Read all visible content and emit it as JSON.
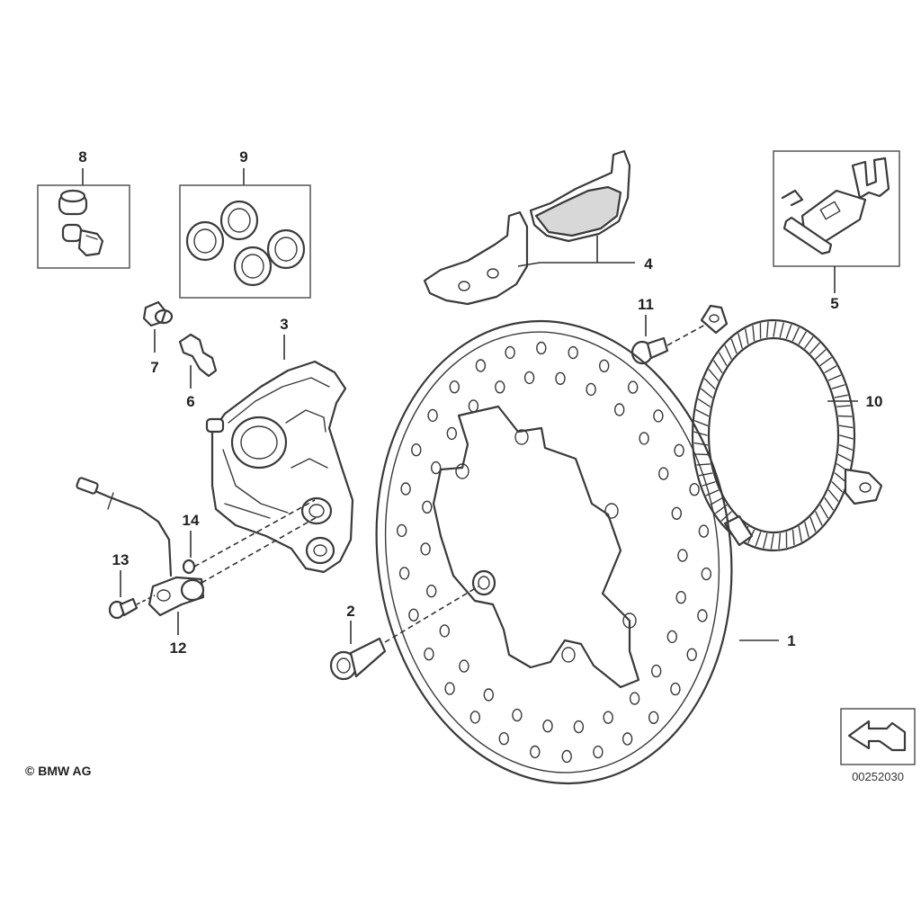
{
  "callouts": {
    "c1": "1",
    "c2": "2",
    "c3": "3",
    "c4": "4",
    "c5": "5",
    "c6": "6",
    "c7": "7",
    "c8": "8",
    "c9": "9",
    "c10": "10",
    "c11": "11",
    "c12": "12",
    "c13": "13",
    "c14": "14"
  },
  "footer": {
    "copyright": "© BMW AG",
    "drawing_number": "00252030"
  }
}
